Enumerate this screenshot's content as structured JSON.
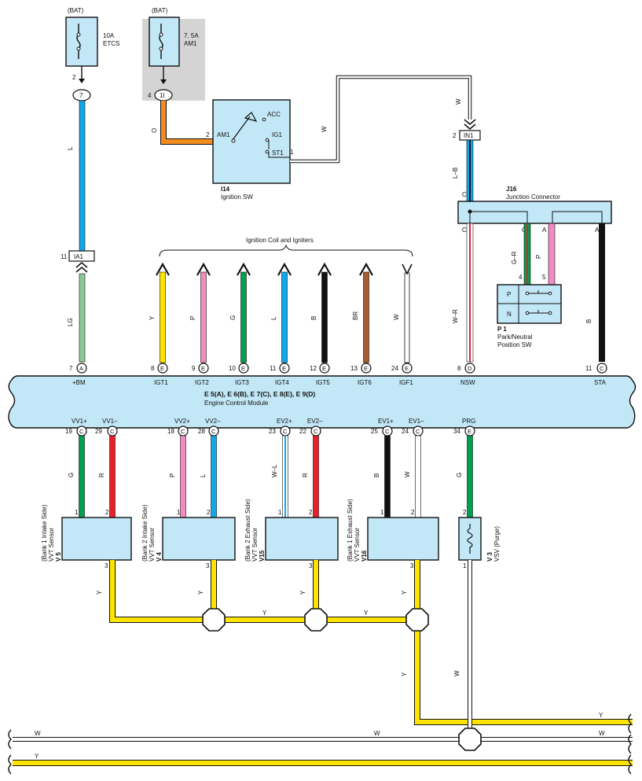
{
  "fuses": [
    {
      "supply": "(BAT)",
      "rating": "10A",
      "name": "ETCS",
      "in_pin": "2",
      "connector": "7"
    },
    {
      "supply": "(BAT)",
      "rating": "7. 5A",
      "name": "AM1",
      "in_pin": "4",
      "connector": "1I"
    }
  ],
  "ignition_switch": {
    "code": "I14",
    "name": "Ignition SW",
    "terminals": [
      "ACC",
      "IG1",
      "ST1",
      "AM1"
    ],
    "pin_am1": "2",
    "pin_st1": "1"
  },
  "junction_connector": {
    "code": "J16",
    "name": "Junction Connector",
    "in_connector": "IN1",
    "in_pin": "2",
    "letters": [
      "C",
      "C",
      "C",
      "A",
      "A"
    ]
  },
  "park_neutral": {
    "code": "P 1",
    "name_line1": "Park/Neutral",
    "name_line2": "Position SW",
    "positions": [
      "P",
      "N"
    ],
    "pins": [
      "4",
      "5"
    ]
  },
  "ia1": {
    "label": "IA1",
    "pin": "11"
  },
  "ignition_group_label": "Ignition Coil and Igniters",
  "top_wire_labels": {
    "bat_l": "L",
    "bat_lg": "LG",
    "am1_o": "O",
    "st1_w": "W",
    "w_vertical": "W",
    "lb": "L–B",
    "gr": "G–R",
    "p": "P",
    "wr": "W–R",
    "b": "B"
  },
  "ecm_top_pins": [
    {
      "pin": "7",
      "conn": "A",
      "label": "+BM",
      "wire": "LG"
    },
    {
      "pin": "8",
      "conn": "E",
      "label": "IGT1",
      "wire": "Y"
    },
    {
      "pin": "9",
      "conn": "E",
      "label": "IGT2",
      "wire": "P"
    },
    {
      "pin": "10",
      "conn": "E",
      "label": "IGT3",
      "wire": "G"
    },
    {
      "pin": "11",
      "conn": "E",
      "label": "IGT4",
      "wire": "L"
    },
    {
      "pin": "12",
      "conn": "E",
      "label": "IGT5",
      "wire": "B"
    },
    {
      "pin": "13",
      "conn": "E",
      "label": "IGT6",
      "wire": "BR"
    },
    {
      "pin": "24",
      "conn": "E",
      "label": "IGF1",
      "wire": "W"
    },
    {
      "pin": "8",
      "conn": "D",
      "label": "NSW",
      "wire": "W–R"
    },
    {
      "pin": "11",
      "conn": "C",
      "label": "STA",
      "wire": "B"
    }
  ],
  "ecm": {
    "connectors": "E 5(A), E 6(B), E 7(C), E 8(E), E 9(D)",
    "name": "Engine Control Module"
  },
  "ecm_bottom_pins": [
    {
      "pin": "19",
      "conn": "C",
      "label": "VV1+",
      "wire": "G"
    },
    {
      "pin": "29",
      "conn": "C",
      "label": "VV1–",
      "wire": "R"
    },
    {
      "pin": "18",
      "conn": "C",
      "label": "VV2+",
      "wire": "P"
    },
    {
      "pin": "28",
      "conn": "C",
      "label": "VV2–",
      "wire": "L"
    },
    {
      "pin": "23",
      "conn": "C",
      "label": "EV2+",
      "wire": "W–L"
    },
    {
      "pin": "22",
      "conn": "C",
      "label": "EV2–",
      "wire": "R"
    },
    {
      "pin": "25",
      "conn": "C",
      "label": "EV1+",
      "wire": "B"
    },
    {
      "pin": "24",
      "conn": "C",
      "label": "EV1–",
      "wire": "W"
    },
    {
      "pin": "34",
      "conn": "E",
      "label": "PRG",
      "wire": "G"
    }
  ],
  "sensors": [
    {
      "code": "V 5",
      "line1": "VVT Sensor",
      "line2": "(Bank 1 Intake Side)",
      "pins": [
        "1",
        "2",
        "3"
      ]
    },
    {
      "code": "V 4",
      "line1": "VVT Sensor",
      "line2": "(Bank 2 Intake Side)",
      "pins": [
        "1",
        "2",
        "3"
      ]
    },
    {
      "code": "V15",
      "line1": "VVT Sensor",
      "line2": "(Bank 2 Exhaust Side)",
      "pins": [
        "1",
        "2",
        "3"
      ]
    },
    {
      "code": "V16",
      "line1": "VVT Sensor",
      "line2": "(Bank 1 Exhaust Side)",
      "pins": [
        "1",
        "2",
        "3"
      ]
    }
  ],
  "vsv": {
    "code": "V 3",
    "name": "VSV (Purge)",
    "pins": [
      "2",
      "1"
    ]
  },
  "bottom_wire_labels": {
    "y1": "Y",
    "y2": "Y",
    "y3": "Y",
    "y4": "Y",
    "ym1": "Y",
    "ym2": "Y",
    "yv": "Y",
    "wv": "W",
    "yh": "Y",
    "w_left": "W",
    "w_mid": "W",
    "w_right": "W",
    "y_bottom": "Y"
  },
  "colors": {
    "Y": "#ffe400",
    "P": "#f08cc0",
    "G": "#00a050",
    "L": "#10a8e8",
    "B": "#111111",
    "BR": "#a85a30",
    "O": "#f28c1e",
    "R": "#e8202a",
    "LG": "#8cc99a",
    "W": "#ffffff",
    "module_fill": "#c2e7f6",
    "fuse_shade": "#d4d4d4"
  }
}
